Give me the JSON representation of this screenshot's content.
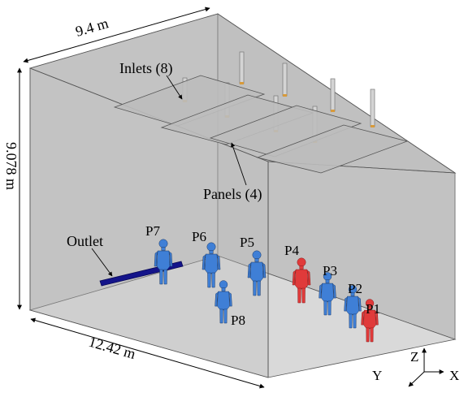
{
  "dimensions": {
    "width_label": "9.4 m",
    "height_label": "9.078 m",
    "length_label": "12.42 m"
  },
  "annotations": {
    "inlets": "Inlets (8)",
    "panels": "Panels (4)",
    "outlet": "Outlet"
  },
  "people": [
    {
      "id": "P1",
      "color": "#e03a3a"
    },
    {
      "id": "P2",
      "color": "#3f7fd6"
    },
    {
      "id": "P3",
      "color": "#3f7fd6"
    },
    {
      "id": "P4",
      "color": "#e03a3a"
    },
    {
      "id": "P5",
      "color": "#3f7fd6"
    },
    {
      "id": "P6",
      "color": "#3f7fd6"
    },
    {
      "id": "P7",
      "color": "#3f7fd6"
    },
    {
      "id": "P8",
      "color": "#3f7fd6"
    }
  ],
  "axes": {
    "z": "Z",
    "y": "Y",
    "x": "X"
  },
  "colors": {
    "manikin_blue": "#3f7fd6",
    "manikin_red": "#e03a3a",
    "outlet": "#14148a",
    "room_wall": "#c9c9c9",
    "room_floor": "#d8d8d8"
  }
}
